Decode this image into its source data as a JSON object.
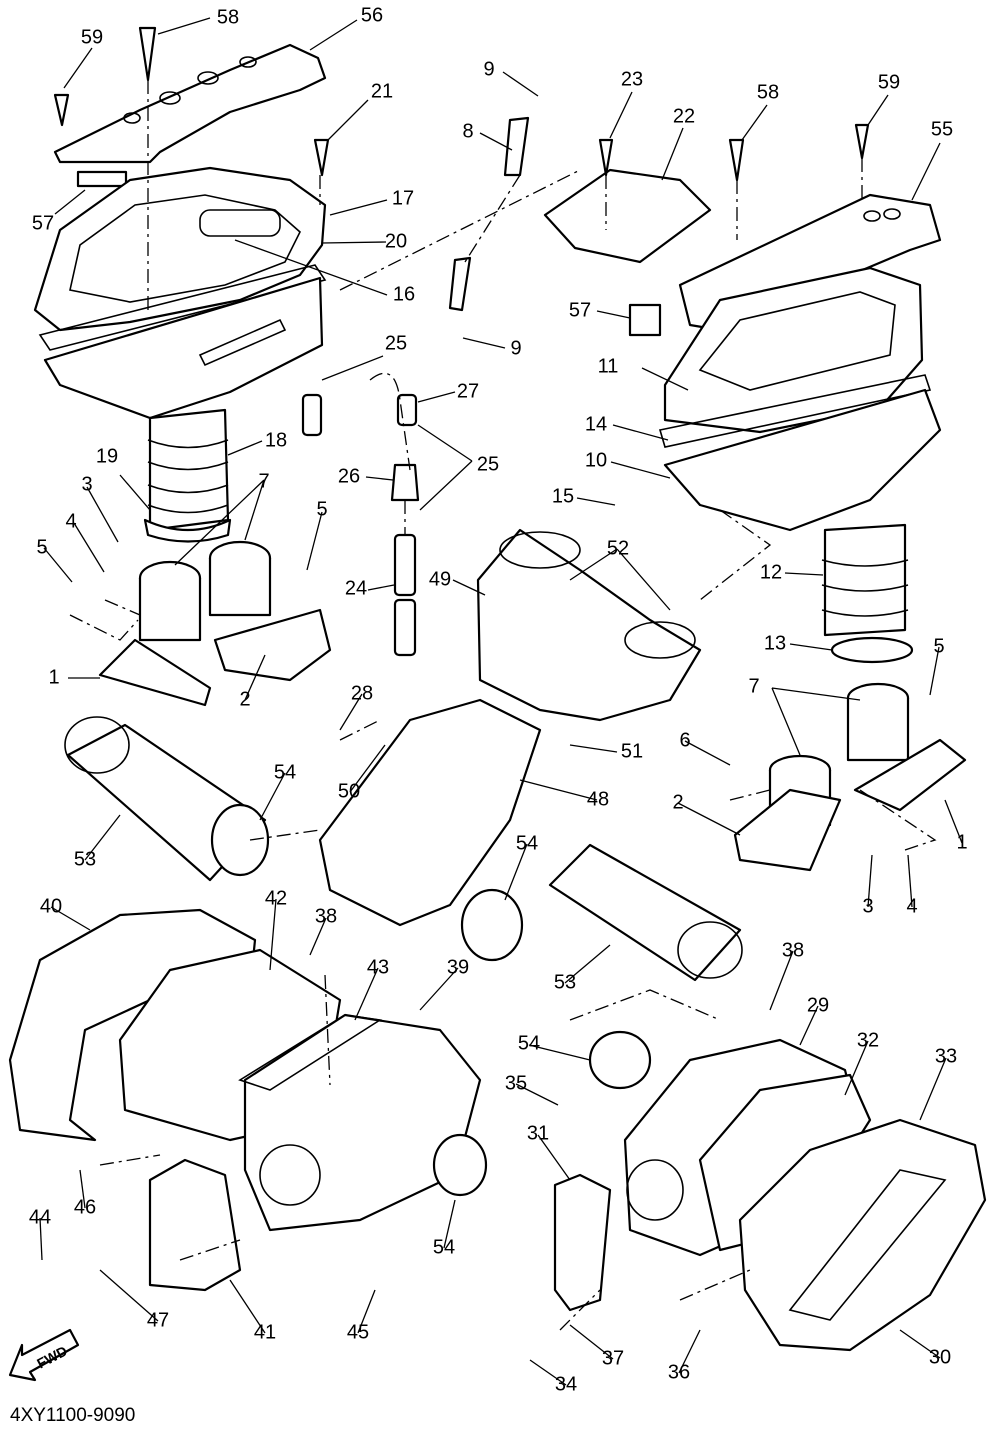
{
  "drawing_code": "4XY1100-9090",
  "fwd_label": "FWD",
  "callouts": [
    {
      "label": "59"
    },
    {
      "label": "58"
    },
    {
      "label": "56"
    },
    {
      "label": "21"
    },
    {
      "label": "17"
    },
    {
      "label": "20"
    },
    {
      "label": "57"
    },
    {
      "label": "16"
    },
    {
      "label": "9"
    },
    {
      "label": "8"
    },
    {
      "label": "23"
    },
    {
      "label": "22"
    },
    {
      "label": "58"
    },
    {
      "label": "59"
    },
    {
      "label": "55"
    },
    {
      "label": "57"
    },
    {
      "label": "9"
    },
    {
      "label": "25"
    },
    {
      "label": "27"
    },
    {
      "label": "11"
    },
    {
      "label": "14"
    },
    {
      "label": "25"
    },
    {
      "label": "26"
    },
    {
      "label": "10"
    },
    {
      "label": "15"
    },
    {
      "label": "18"
    },
    {
      "label": "19"
    },
    {
      "label": "3"
    },
    {
      "label": "7"
    },
    {
      "label": "4"
    },
    {
      "label": "5"
    },
    {
      "label": "5"
    },
    {
      "label": "52"
    },
    {
      "label": "24"
    },
    {
      "label": "49"
    },
    {
      "label": "12"
    },
    {
      "label": "13"
    },
    {
      "label": "5"
    },
    {
      "label": "1"
    },
    {
      "label": "2"
    },
    {
      "label": "28"
    },
    {
      "label": "7"
    },
    {
      "label": "51"
    },
    {
      "label": "6"
    },
    {
      "label": "54"
    },
    {
      "label": "50"
    },
    {
      "label": "48"
    },
    {
      "label": "2"
    },
    {
      "label": "1"
    },
    {
      "label": "53"
    },
    {
      "label": "54"
    },
    {
      "label": "3"
    },
    {
      "label": "4"
    },
    {
      "label": "40"
    },
    {
      "label": "42"
    },
    {
      "label": "38"
    },
    {
      "label": "43"
    },
    {
      "label": "39"
    },
    {
      "label": "53"
    },
    {
      "label": "38"
    },
    {
      "label": "29"
    },
    {
      "label": "54"
    },
    {
      "label": "32"
    },
    {
      "label": "33"
    },
    {
      "label": "35"
    },
    {
      "label": "31"
    },
    {
      "label": "46"
    },
    {
      "label": "44"
    },
    {
      "label": "54"
    },
    {
      "label": "47"
    },
    {
      "label": "41"
    },
    {
      "label": "45"
    },
    {
      "label": "37"
    },
    {
      "label": "30"
    },
    {
      "label": "34"
    },
    {
      "label": "36"
    }
  ]
}
